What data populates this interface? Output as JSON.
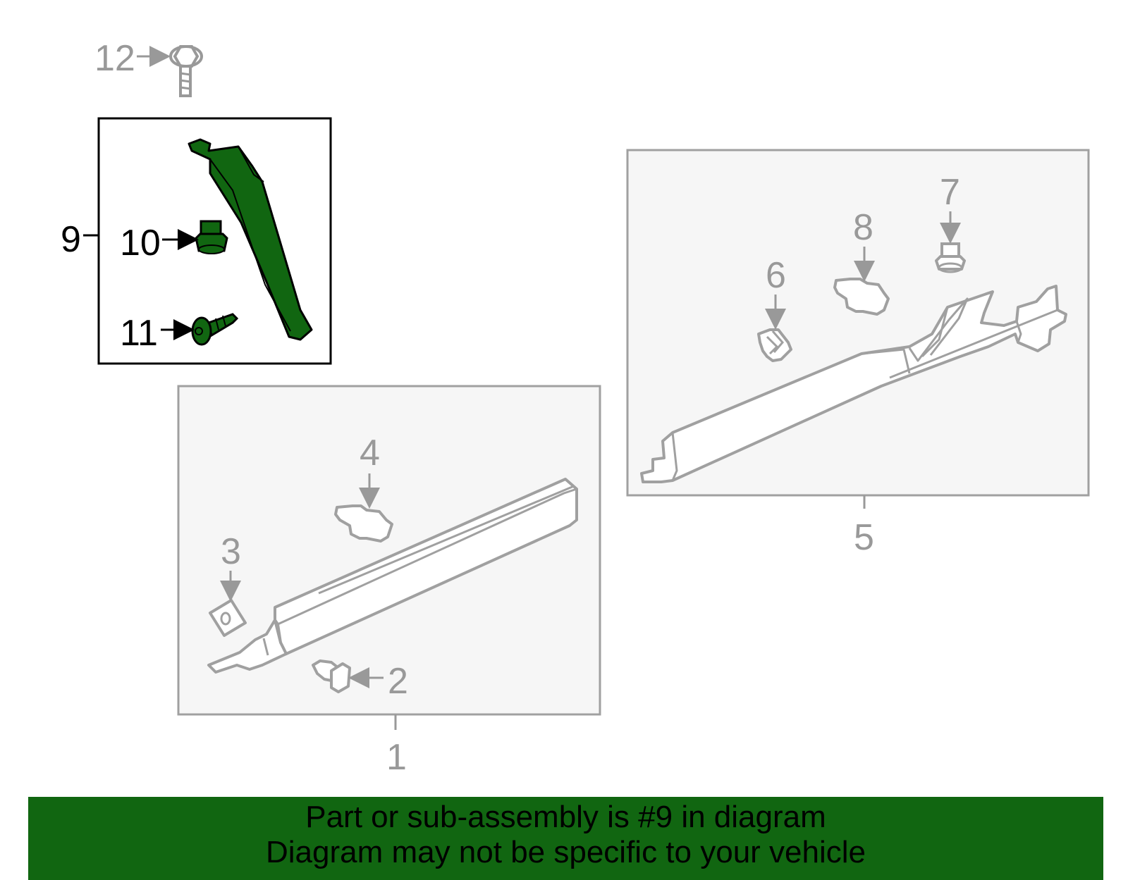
{
  "colors": {
    "highlight_fill": "#116611",
    "background_outline": "#a0a0a0",
    "panel_fill": "#f6f6f6",
    "highlight_label": "#000000",
    "muted_label": "#999999",
    "banner_bg": "#116611"
  },
  "callouts": {
    "c1": "1",
    "c2": "2",
    "c3": "3",
    "c4": "4",
    "c5": "5",
    "c6": "6",
    "c7": "7",
    "c8": "8",
    "c9": "9",
    "c10": "10",
    "c11": "11",
    "c12": "12"
  },
  "highlighted_part": "9",
  "banner": {
    "line1": "Part or sub-assembly is #9 in diagram",
    "line2": "Diagram may not be specific to your vehicle"
  }
}
